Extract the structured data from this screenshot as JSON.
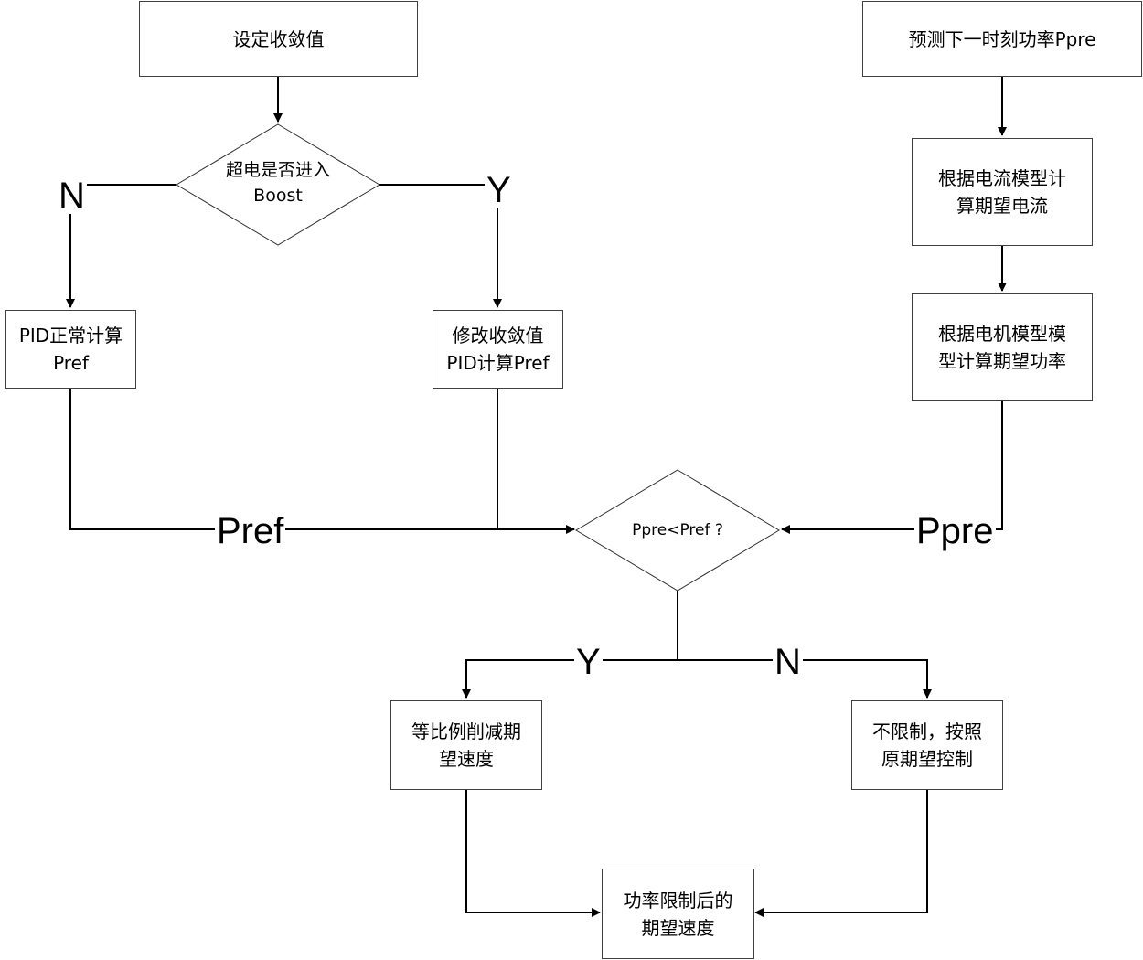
{
  "nodes": {
    "set_convergence": "设定收敛值",
    "boost_decision": {
      "line1": "超电是否进入",
      "line2": "Boost"
    },
    "pid_normal": {
      "line1": "PID正常计算",
      "line2": "Pref"
    },
    "pid_modified": {
      "line1": "修改收敛值",
      "line2": "PID计算Pref"
    },
    "predict_power": "预测下一时刻功率Ppre",
    "current_model": {
      "line1": "根据电流模型计",
      "line2": "算期望电流"
    },
    "motor_model": {
      "line1": "根据电机模型模",
      "line2": "型计算期望功率"
    },
    "compare_decision": "Ppre<Pref ?",
    "scale_down": {
      "line1": "等比例削减期",
      "line2": "望速度"
    },
    "no_limit": {
      "line1": "不限制，按照",
      "line2": "原期望控制"
    },
    "result": {
      "line1": "功率限制后的",
      "line2": "期望速度"
    }
  },
  "edge_labels": {
    "boost_no": "N",
    "boost_yes": "Y",
    "pref": "Pref",
    "ppre": "Ppre",
    "compare_yes": "Y",
    "compare_no": "N"
  }
}
